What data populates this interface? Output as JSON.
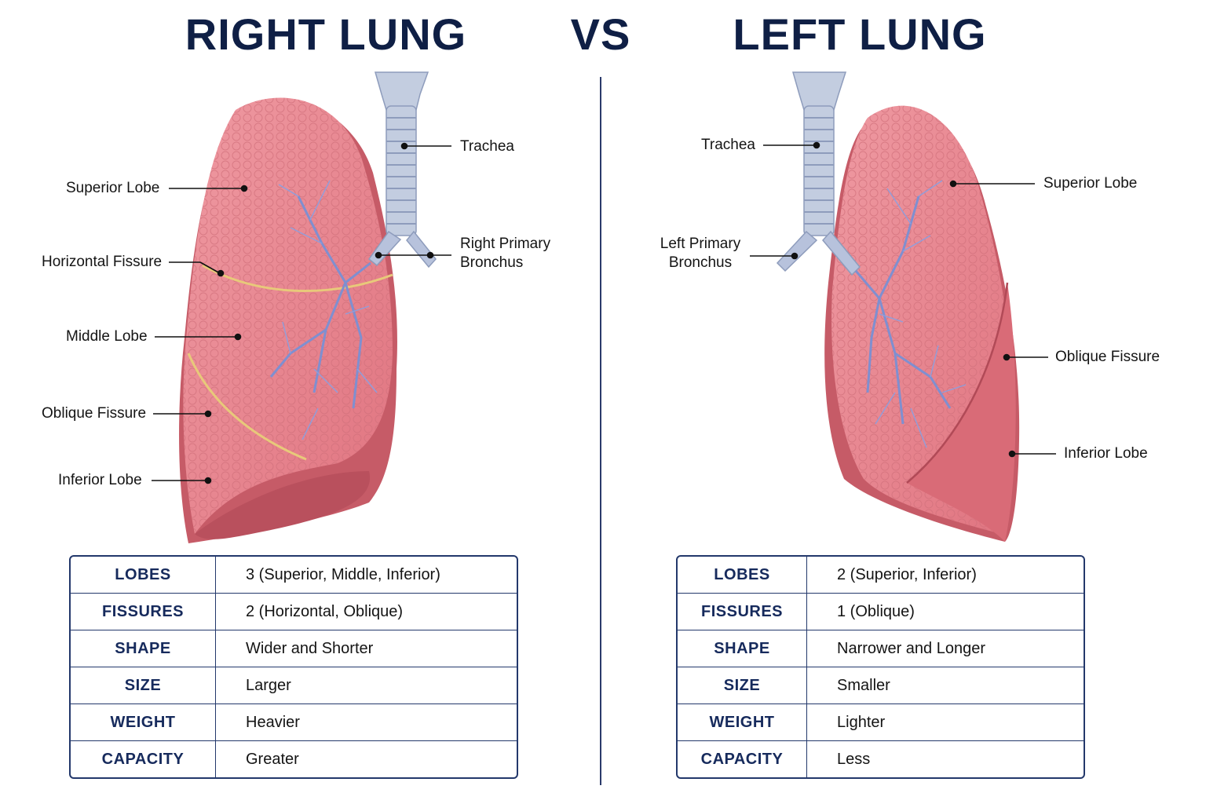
{
  "header": {
    "right_title": "RIGHT LUNG",
    "vs": "VS",
    "left_title": "LEFT LUNG"
  },
  "right_lung": {
    "labels": {
      "superior_lobe": "Superior Lobe",
      "horizontal_fissure": "Horizontal Fissure",
      "middle_lobe": "Middle Lobe",
      "oblique_fissure": "Oblique Fissure",
      "inferior_lobe": "Inferior Lobe",
      "trachea": "Trachea",
      "primary_bronchus": "Right Primary Bronchus"
    },
    "table": [
      {
        "property": "LOBES",
        "value": "3 (Superior, Middle, Inferior)"
      },
      {
        "property": "FISSURES",
        "value": "2 (Horizontal, Oblique)"
      },
      {
        "property": "SHAPE",
        "value": "Wider and Shorter"
      },
      {
        "property": "SIZE",
        "value": "Larger"
      },
      {
        "property": "WEIGHT",
        "value": "Heavier"
      },
      {
        "property": "CAPACITY",
        "value": "Greater"
      }
    ]
  },
  "left_lung": {
    "labels": {
      "trachea": "Trachea",
      "primary_bronchus": "Left Primary Bronchus",
      "superior_lobe": "Superior Lobe",
      "oblique_fissure": "Oblique Fissure",
      "inferior_lobe": "Inferior Lobe"
    },
    "table": [
      {
        "property": "LOBES",
        "value": "2 (Superior, Inferior)"
      },
      {
        "property": "FISSURES",
        "value": "1 (Oblique)"
      },
      {
        "property": "SHAPE",
        "value": "Narrower and Longer"
      },
      {
        "property": "SIZE",
        "value": "Smaller"
      },
      {
        "property": "WEIGHT",
        "value": "Lighter"
      },
      {
        "property": "CAPACITY",
        "value": "Less"
      }
    ]
  },
  "colors": {
    "title": "#0f1f45",
    "table_border": "#23386b",
    "lung_fill": "#e5838c",
    "lung_shadow": "#c85c68",
    "airway": "#c3cde0",
    "vessels": "#7f8fd0",
    "fissure": "#e8c97a"
  }
}
